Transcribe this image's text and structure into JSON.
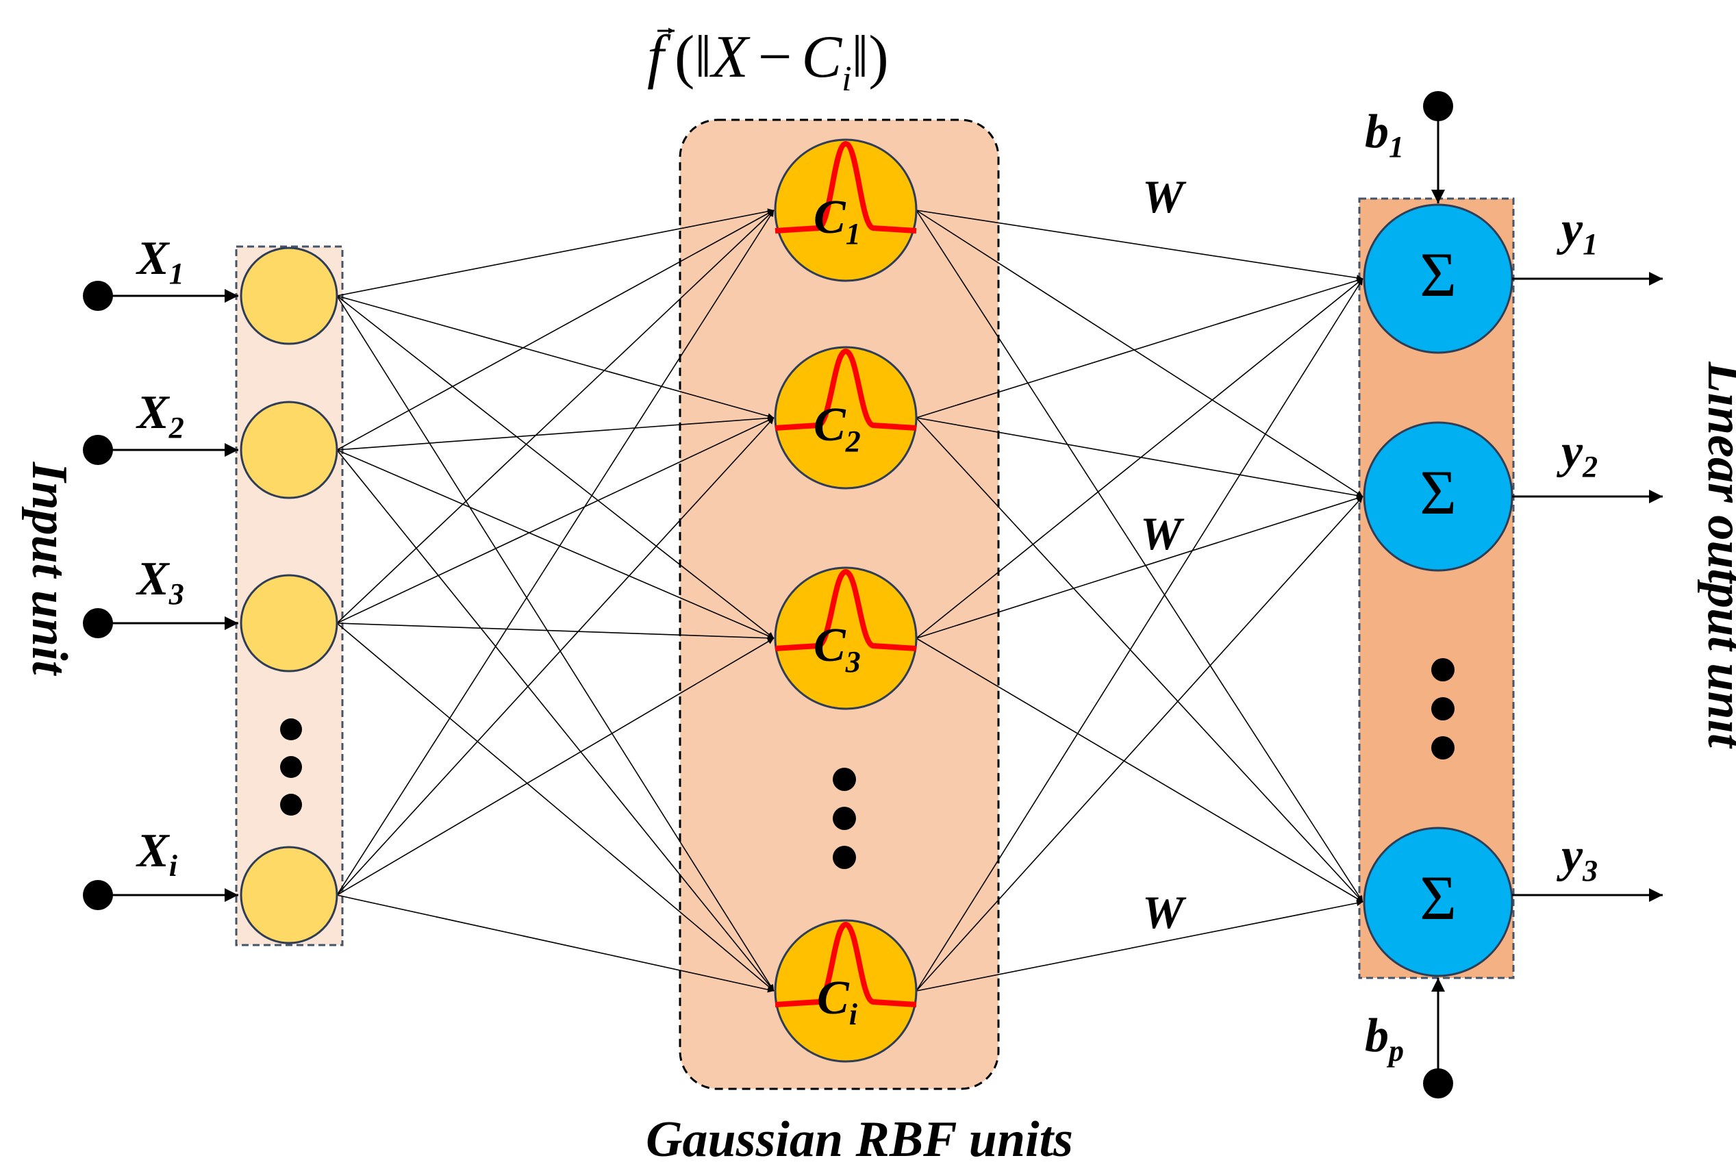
{
  "formula": {
    "f": "f",
    "lp": "(",
    "bars": "‖",
    "x": "X",
    "minus": "−",
    "c": "C",
    "csub": "i",
    "bars2": "‖",
    "rp": ")"
  },
  "inputs": [
    {
      "main": "X",
      "sub": "1"
    },
    {
      "main": "X",
      "sub": "2"
    },
    {
      "main": "X",
      "sub": "3"
    },
    {
      "main": "X",
      "sub": "i"
    }
  ],
  "rbf_nodes": [
    {
      "main": "C",
      "sub": "1"
    },
    {
      "main": "C",
      "sub": "2"
    },
    {
      "main": "C",
      "sub": "3"
    },
    {
      "main": "C",
      "sub": "i"
    }
  ],
  "output_nodes": [
    {
      "symbol": "Σ"
    },
    {
      "symbol": "Σ"
    },
    {
      "symbol": "Σ"
    }
  ],
  "outputs": [
    {
      "main": "y",
      "sub": "1"
    },
    {
      "main": "y",
      "sub": "2"
    },
    {
      "main": "y",
      "sub": "3"
    }
  ],
  "biases": [
    {
      "main": "b",
      "sub": "1"
    },
    {
      "main": "b",
      "sub": "p"
    }
  ],
  "weights": [
    "W",
    "W",
    "W"
  ],
  "labels": {
    "input_unit": "Input unit",
    "output_unit": "Linear output unit",
    "rbf_units": "Gaussian RBF units"
  },
  "colors": {
    "input_node": "#FFD966",
    "input_panel": "#FBE5D6",
    "rbf_node": "#FFC000",
    "rbf_panel": "#F8CBAD",
    "gaussian": "#FF0000",
    "output_node": "#00B0F0",
    "output_panel": "#F4B183"
  }
}
